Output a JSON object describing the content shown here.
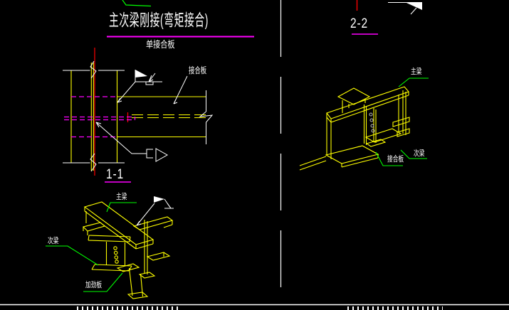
{
  "drawing": {
    "title": "主次梁刚接(弯矩接合)",
    "subtitle": "单接合板",
    "section_label_top_right": "2-2",
    "section_label_bottom_left": "1-1",
    "label_plate_2d": "接合板",
    "iso_left": {
      "main_beam": "主梁",
      "secondary_beam": "次梁",
      "stiffener_plate": "加劲板"
    },
    "iso_right": {
      "main_beam": "主梁",
      "secondary_beam": "次梁",
      "joint_plate": "接合板"
    }
  },
  "colors": {
    "background": "#000000",
    "steel_lines": "#FFFF00",
    "centerline": "#FF0000",
    "hidden_lines": "#FF00FF",
    "leader_lines": "#00FF00",
    "annotation": "#FFFFFF",
    "bolt_grey": "#BEBEBE"
  }
}
